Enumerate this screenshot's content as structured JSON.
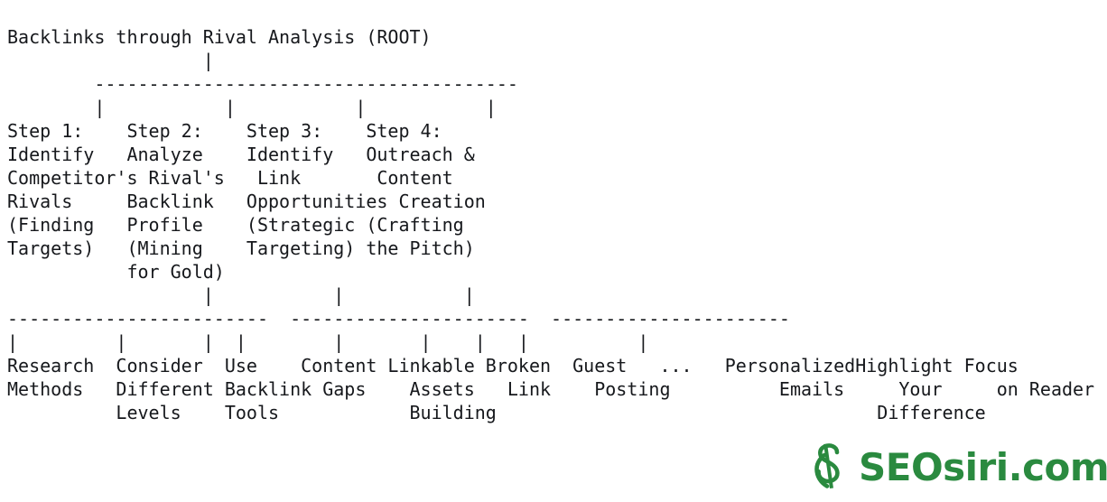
{
  "diagram": {
    "type": "ascii-tree",
    "title": "Backlinks through Rival Analysis (ROOT)",
    "root_label": "Backlinks through Rival Analysis (ROOT)",
    "level1": [
      {
        "id": "step-1",
        "heading": "Step 1:",
        "lines": [
          "Identify",
          "Competitor's",
          "Rivals",
          "(Finding",
          "Targets)"
        ],
        "full": "Step 1: Identify Competitor's Rivals (Finding Targets)"
      },
      {
        "id": "step-2",
        "heading": "Step 2:",
        "lines": [
          "Analyze",
          "Rival's",
          "Backlink",
          "Profile",
          "(Mining",
          "for Gold)"
        ],
        "full": "Step 2: Analyze Rival's Backlink Profile (Mining for Gold)"
      },
      {
        "id": "step-3",
        "heading": "Step 3:",
        "lines": [
          "Identify",
          "Link",
          "Opportunities",
          "(Strategic",
          "Targeting)"
        ],
        "full": "Step 3: Identify Link Opportunities (Strategic Targeting)"
      },
      {
        "id": "step-4",
        "heading": "Step 4:",
        "lines": [
          "Outreach &",
          "Content",
          "Creation",
          "(Crafting",
          "the Pitch)"
        ],
        "full": "Step 4: Outreach & Content Creation (Crafting the Pitch)"
      }
    ],
    "level2": [
      {
        "id": "leaf-1",
        "lines": [
          "Research",
          "Methods"
        ],
        "full": "Research Methods"
      },
      {
        "id": "leaf-2",
        "lines": [
          "Consider",
          "Different",
          "Levels"
        ],
        "full": "Consider Different Levels"
      },
      {
        "id": "leaf-3",
        "lines": [
          "Use",
          "Backlink",
          "Tools"
        ],
        "full": "Use Backlink Tools"
      },
      {
        "id": "leaf-4",
        "lines": [
          "Content",
          "Gaps"
        ],
        "full": "Content Gaps"
      },
      {
        "id": "leaf-5",
        "lines": [
          "Linkable",
          "Assets",
          "Building"
        ],
        "full": "Linkable Assets Building"
      },
      {
        "id": "leaf-6",
        "lines": [
          "Broken",
          "Link"
        ],
        "full": "Broken Link"
      },
      {
        "id": "leaf-7",
        "lines": [
          "Guest",
          "Posting"
        ],
        "full": "Guest Posting"
      },
      {
        "id": "leaf-8",
        "lines": [
          "..."
        ],
        "full": "..."
      },
      {
        "id": "leaf-9",
        "lines": [
          "Personalized",
          "Emails"
        ],
        "full": "Personalized Emails"
      },
      {
        "id": "leaf-10",
        "lines": [
          "Highlight",
          "Your",
          "Difference"
        ],
        "full": "Highlight Your Difference"
      },
      {
        "id": "leaf-11",
        "lines": [
          "Focus",
          "on Reader"
        ],
        "full": "Focus on Reader"
      }
    ],
    "art": "Backlinks through Rival Analysis (ROOT)\n                  |\n        ---------------------------------------\n        |           |           |           |\nStep 1:    Step 2:    Step 3:    Step 4:\nIdentify   Analyze    Identify   Outreach &\nCompetitor's Rival's   Link       Content\nRivals     Backlink   Opportunities Creation\n(Finding   Profile    (Strategic (Crafting\nTargets)   (Mining    Targeting) the Pitch)\n           for Gold)\n                  |           |           |\n------------------------  ----------------------  ----------------------\n|         |       |  |        |       |    |   |          |\nResearch  Consider  Use    Content Linkable Broken  Guest   ...   PersonalizedHighlight Focus\nMethods   Different Backlink Gaps    Assets   Link    Posting          Emails     Your     on Reader\n          Levels    Tools            Building                                   Difference"
  },
  "logo": {
    "mark_name": "seosiri-s-monogram",
    "wordmark": "SEOsiri.com",
    "color": "#2a8a3f",
    "color_dark": "#1f7a35"
  }
}
